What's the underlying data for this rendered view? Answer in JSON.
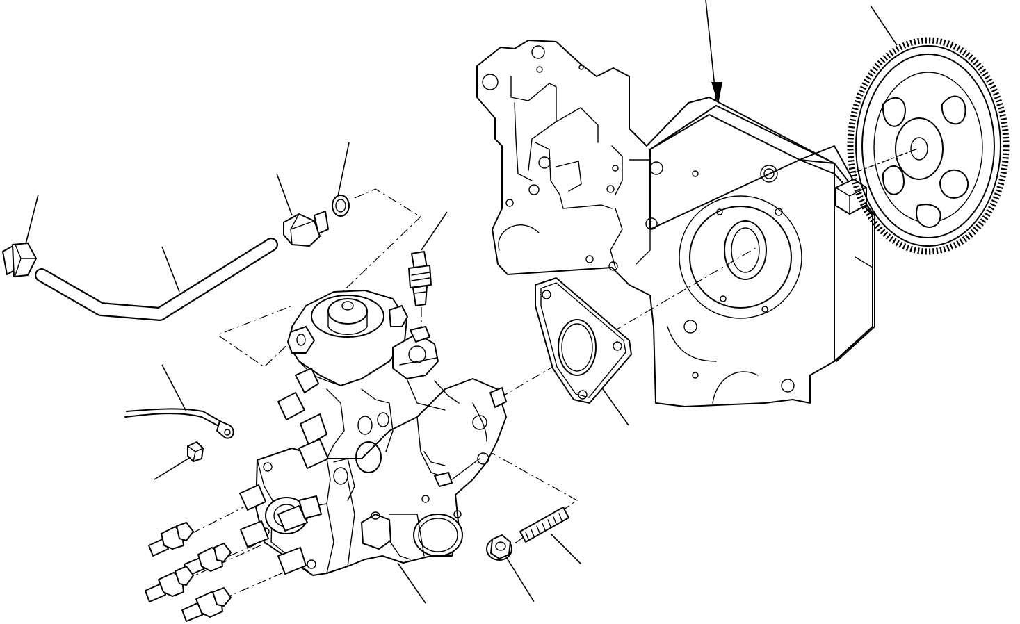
{
  "diagram": {
    "type": "exploded-parts-view",
    "colors": {
      "ink": "#000000",
      "paper": "#ffffff"
    },
    "parts": [
      {
        "name": "adapter-nut"
      },
      {
        "name": "fuel-return-pipe"
      },
      {
        "name": "banjo-fitting"
      },
      {
        "name": "sealing-washer"
      },
      {
        "name": "sensor-plug"
      },
      {
        "name": "ground-wire"
      },
      {
        "name": "lock-nut"
      },
      {
        "name": "injection-pump"
      },
      {
        "name": "pump-mounting-gasket"
      },
      {
        "name": "timing-gear-housing"
      },
      {
        "name": "pump-drive-gear"
      },
      {
        "name": "flange-nut"
      },
      {
        "name": "stud-bolt"
      },
      {
        "name": "delivery-valve-fittings"
      }
    ]
  }
}
